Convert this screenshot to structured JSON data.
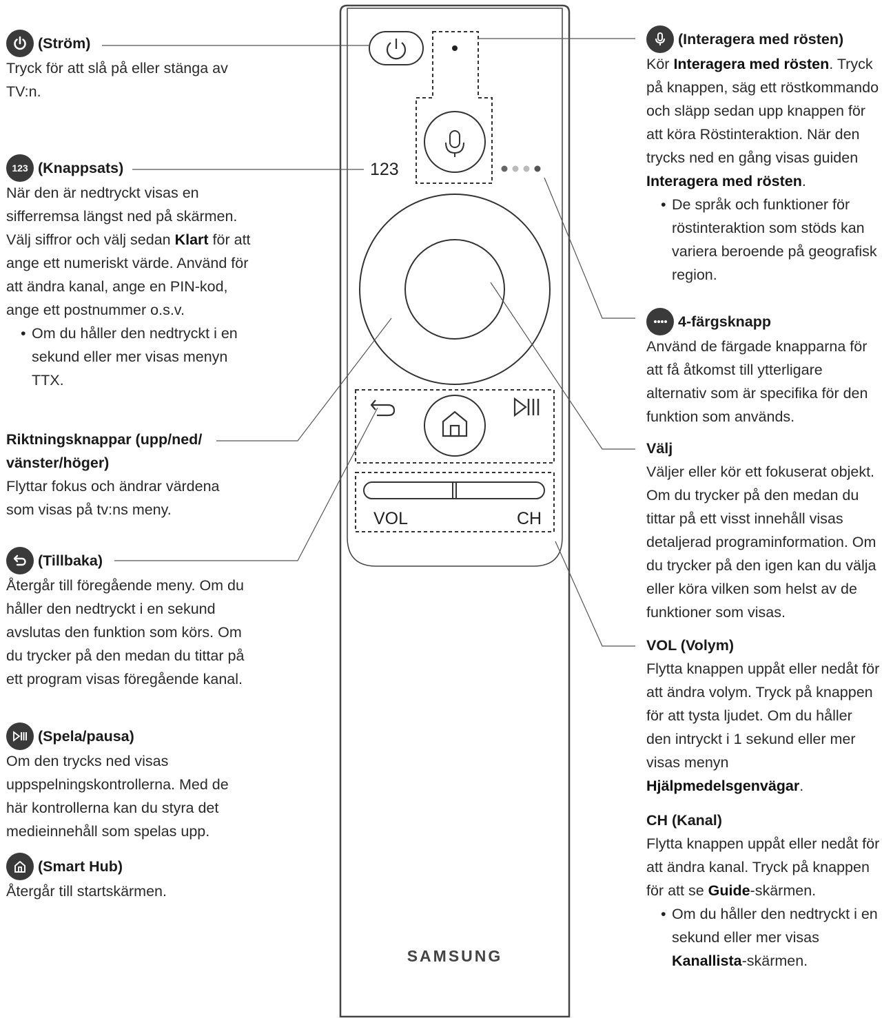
{
  "left": {
    "power": {
      "icon": "power-icon",
      "title": "(Ström)",
      "desc": "Tryck för att slå på eller stänga av TV:n."
    },
    "keypad": {
      "icon": "keypad-123-icon",
      "icon_text": "123",
      "title": "(Knappsats)",
      "desc1": "När den är nedtryckt visas en sifferremsa längst ned på skärmen. Välj siffror och välj sedan ",
      "desc1_bold": "Klart",
      "desc2": " för att ange ett numeriskt värde. Använd för att ändra kanal, ange en PIN-kod, ange ett postnummer o.s.v.",
      "bullet": "Om du håller den nedtryckt i en sekund eller mer visas menyn TTX."
    },
    "directional": {
      "title_line1": "Riktningsknappar (upp/ned/",
      "title_line2": "vänster/höger)",
      "desc": "Flyttar fokus och ändrar värdena som visas på tv:ns meny."
    },
    "back": {
      "icon": "back-arrow-icon",
      "title": "(Tillbaka)",
      "desc": "Återgår till föregående meny. Om du håller den nedtryckt i en sekund avslutas den funktion som körs. Om du trycker på den medan du tittar på ett program visas föregående kanal."
    },
    "play_pause": {
      "icon": "play-pause-icon",
      "title": "(Spela/pausa)",
      "desc": "Om den trycks ned visas uppspelningskontrollerna. Med de här kontrollerna kan du styra det medieinnehåll som spelas upp."
    },
    "smart_hub": {
      "icon": "home-icon",
      "title": "(Smart Hub)",
      "desc": "Återgår till startskärmen."
    }
  },
  "right": {
    "voice": {
      "icon": "microphone-icon",
      "title": "(Interagera med rösten)",
      "desc_a": "Kör ",
      "desc_b": "Interagera med rösten",
      "desc_c": ". Tryck på knappen, säg ett röstkommando och släpp sedan upp knappen för att köra Röstinteraktion. När den trycks ned en gång visas guiden ",
      "desc_d": "Interagera med rösten",
      "desc_e": ".",
      "bullet": "De språk och funktioner för röstinteraktion som stöds kan variera beroende på geografisk region."
    },
    "color": {
      "icon": "four-color-dots-icon",
      "title": "4-färgsknapp",
      "desc": "Använd de färgade knapparna för att få åtkomst till ytterligare alternativ som är specifika för den funktion som används."
    },
    "select": {
      "title": "Välj",
      "desc": "Väljer eller kör ett fokuserat objekt. Om du trycker på den medan du tittar på ett visst innehåll visas detaljerad programinformation. Om du trycker på den igen kan du välja eller köra vilken som helst av de funktioner som visas."
    },
    "vol": {
      "title": "VOL (Volym)",
      "desc_a": "Flytta knappen uppåt eller nedåt för att ändra volym. Tryck på knappen för att tysta ljudet. Om du håller den intryckt i 1 sekund eller mer visas menyn ",
      "desc_b": "Hjälpmedelsgenvägar",
      "desc_c": "."
    },
    "ch": {
      "title": "CH (Kanal)",
      "desc_a": "Flytta knappen uppåt eller nedåt för att ändra kanal. Tryck på knappen för att se ",
      "desc_b": "Guide",
      "desc_c": "-skärmen.",
      "bullet_a": "Om du håller den nedtryckt i en sekund eller mer visas ",
      "bullet_b": "Kanallista",
      "bullet_c": "-skärmen."
    }
  },
  "remote": {
    "keypad_label": "123",
    "vol_label": "VOL",
    "ch_label": "CH",
    "brand": "SAMSUNG"
  }
}
